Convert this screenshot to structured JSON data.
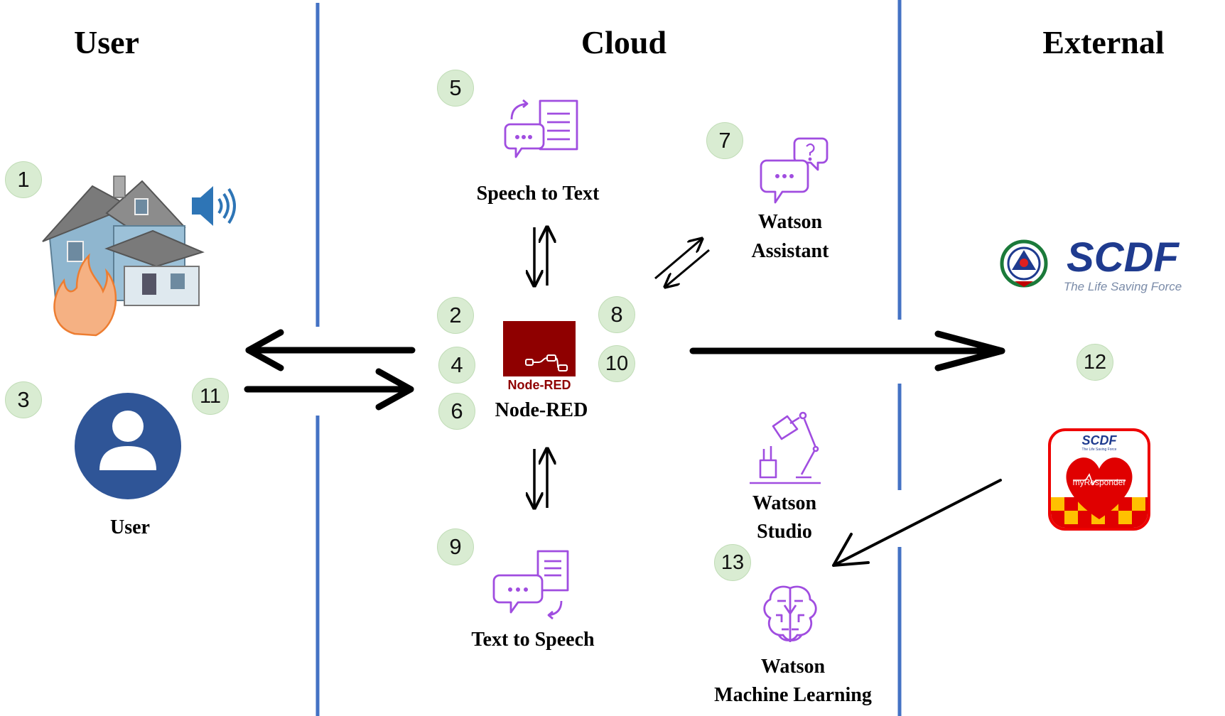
{
  "columns": {
    "user": "User",
    "cloud": "Cloud",
    "external": "External"
  },
  "labels": {
    "speech_to_text": "Speech to Text",
    "watson_assistant_1": "Watson",
    "watson_assistant_2": "Assistant",
    "node_red": "Node-RED",
    "node_red_logo_text": "Node-RED",
    "text_to_speech": "Text to Speech",
    "watson_studio_1": "Watson",
    "watson_studio_2": "Studio",
    "watson_ml_1": "Watson",
    "watson_ml_2": "Machine Learning",
    "user": "User"
  },
  "scdf": {
    "brand": "SCDF",
    "tagline": "The Life Saving Force",
    "app_brand": "SCDF",
    "app_tagline": "The Life Saving Force",
    "app_name": "myResponder"
  },
  "steps": [
    "1",
    "2",
    "3",
    "4",
    "5",
    "6",
    "7",
    "8",
    "9",
    "10",
    "11",
    "12",
    "13"
  ],
  "icons": {
    "house": "house-on-fire-icon",
    "speaker": "speaker-icon",
    "user": "user-avatar-icon",
    "stt": "speech-to-text-icon",
    "assistant": "watson-assistant-icon",
    "nodered": "node-red-logo",
    "tts": "text-to-speech-icon",
    "studio": "watson-studio-icon",
    "ml": "watson-machine-learning-icon"
  },
  "colors": {
    "divider": "#4472c4",
    "ibm_purple": "#a04de0",
    "node_red": "#8f0000",
    "badge": "#d9ecd2",
    "scdf_blue": "#1f3b8f",
    "avatar": "#2f5597"
  }
}
